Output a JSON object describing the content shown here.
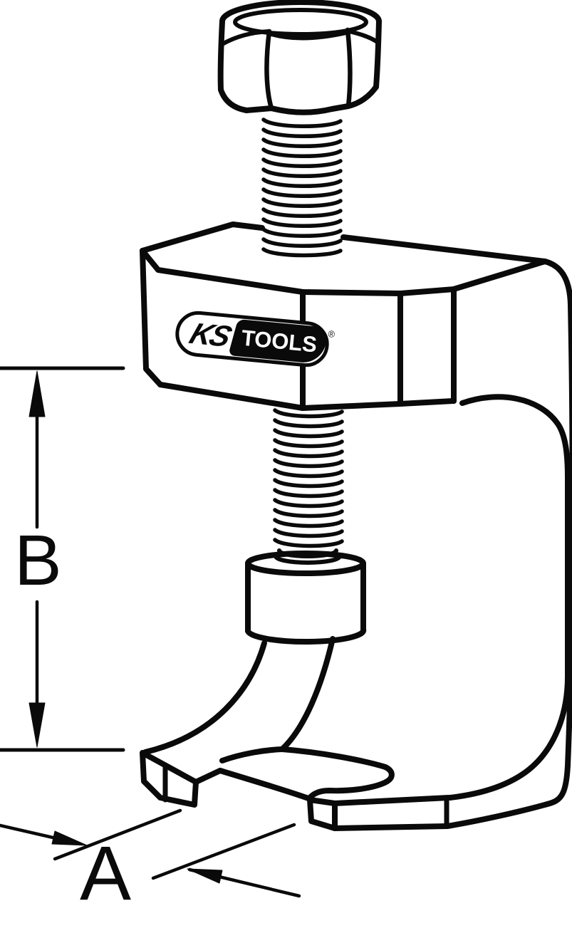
{
  "page": {
    "background": "#ffffff",
    "ink": "#0a0a0a",
    "description_visible_text_only": true
  },
  "drawing": {
    "brand_logo": {
      "ks": "KS",
      "tools": "TOOLS",
      "registered": "®"
    },
    "dimension_labels": {
      "a": "A",
      "b": "B"
    }
  }
}
